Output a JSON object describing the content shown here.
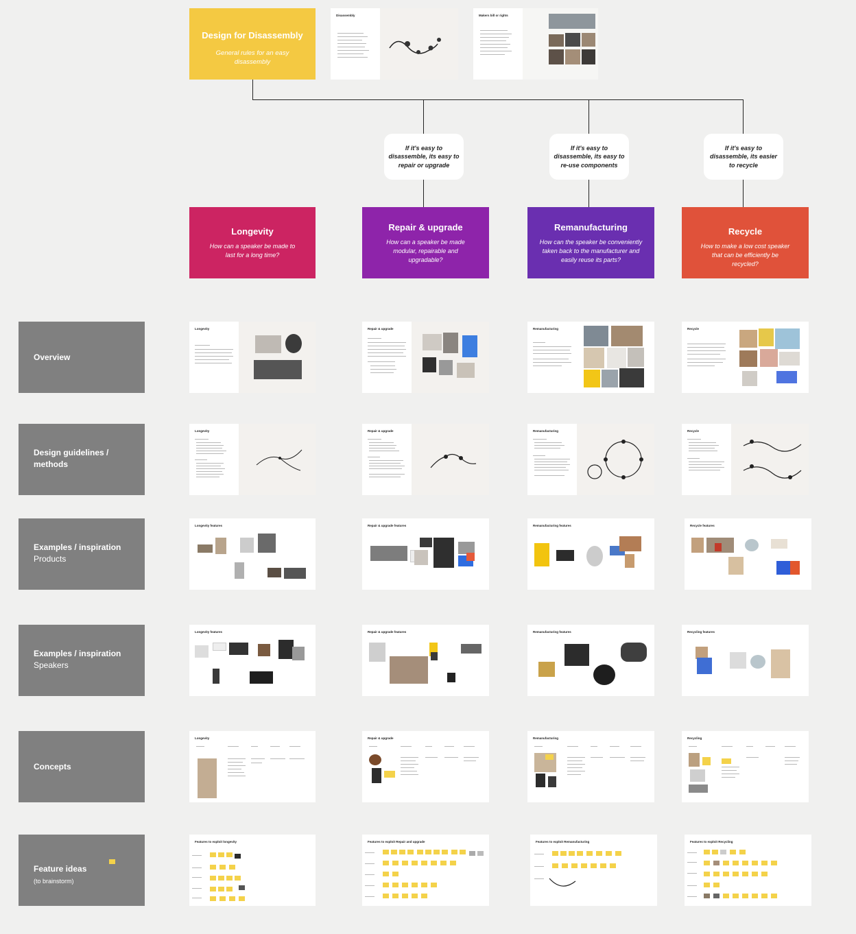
{
  "root": {
    "title": "Design for Disassembly",
    "subtitle": "General rules for an easy disassembly"
  },
  "top_frames": {
    "disassembly_title": "Disassembly",
    "makers_title": "Makers bill or rights"
  },
  "bubbles": [
    "If it's easy to disassemble, its easy to repair or upgrade",
    "If it's easy to disassemble, its easy to re-use components",
    "If it's easy to disassemble, its easier to recycle"
  ],
  "categories": [
    {
      "title": "Longevity",
      "subtitle": "How can a speaker be made to last for a long time?",
      "color": "#cc2462"
    },
    {
      "title": "Repair & upgrade",
      "subtitle": "How can a speaker be made modular, repairable and upgradable?",
      "color": "#8e24aa"
    },
    {
      "title": "Remanufacturing",
      "subtitle": "How can the speaker be conveniently taken back to the manufacturer and easily reuse its parts?",
      "color": "#6a2fb0"
    },
    {
      "title": "Recycle",
      "subtitle": "How to make a low cost speaker that can be efficiently be recycled?",
      "color": "#e0523a"
    }
  ],
  "rows": [
    {
      "title": "Overview",
      "sub": ""
    },
    {
      "title": "Design guidelines / methods",
      "sub": ""
    },
    {
      "title": "Examples / inspiration",
      "sub": "Products"
    },
    {
      "title": "Examples / inspiration",
      "sub": "Speakers"
    },
    {
      "title": "Concepts",
      "sub": ""
    },
    {
      "title": "Feature ideas",
      "sub": "(to brainstorm)"
    }
  ],
  "frames": {
    "overview": [
      "Longevity",
      "Repair & upgrade",
      "Remanufacturing",
      "Recycle"
    ],
    "guidelines": [
      "Longevity",
      "Repair & upgrade",
      "Remanufacturing",
      "Recycle"
    ],
    "products": [
      "Longevity features",
      "Repair & upgrade features",
      "Remanufacturing features",
      "Recycle features"
    ],
    "speakers": [
      "Longevity features",
      "Repair & upgrade features",
      "Remanufacturing features",
      "Recycling features"
    ],
    "concepts": [
      "Longevity",
      "Repair & upgrade",
      "Remanufacturing",
      "Recycling"
    ],
    "features": [
      "Features to exploit longevity",
      "Features to exploit Repair and upgrade",
      "Features to exploit Remanufacturing",
      "Features to exploit Recycling"
    ]
  },
  "colors": {
    "background": "#f0f0ef",
    "root": "#f4c942",
    "row_label": "#808080",
    "sticky": "#f4d24a"
  }
}
